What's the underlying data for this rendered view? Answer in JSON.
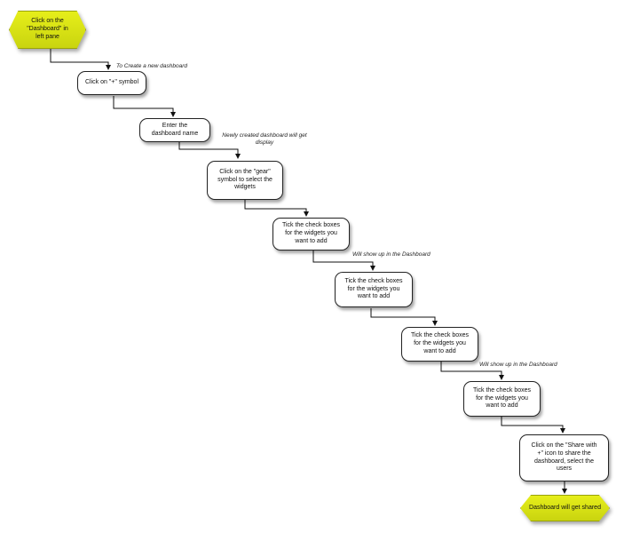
{
  "nodes": {
    "start": "Click on the \"Dashboard\" in left pane",
    "step1": "Click on \"+\" symbol",
    "step2": "Enter the dashboard name",
    "step3": "Click on the \"gear\" symbol to select the widgets",
    "step4": "Tick the check boxes for the widgets you want to add",
    "step5": "Tick the check boxes for the widgets you want to add",
    "step6": "Tick the check boxes for the widgets you want to add",
    "step7": "Tick the check boxes for the widgets you want to add",
    "step8": "Click on the \"Share with +\" icon to share the dashboard, select the users",
    "end": "Dashboard will get shared"
  },
  "notes": {
    "note1": "To Create a new dashboard",
    "note2": "Newly created dashboard will get display",
    "note3": "Will show up in the Dashboard",
    "note4": "Will show up in the Dashboard"
  },
  "colors": {
    "terminator_fill": "#d4dc12",
    "line": "#111111"
  }
}
